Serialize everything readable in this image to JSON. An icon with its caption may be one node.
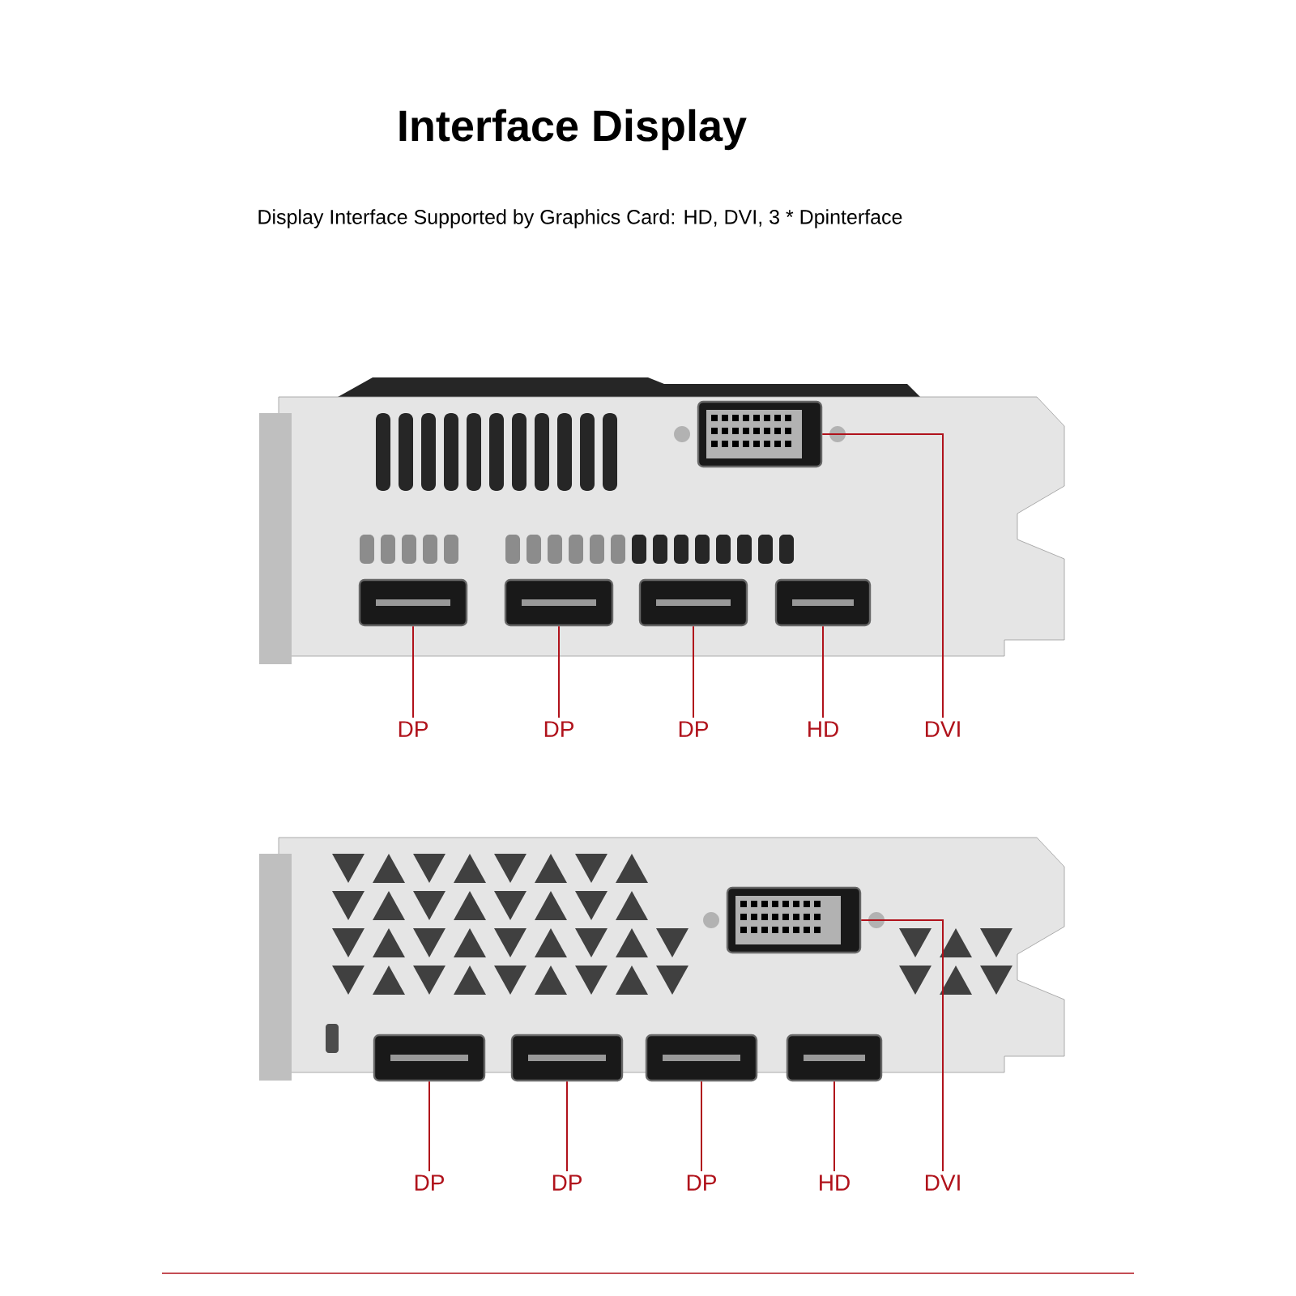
{
  "diagram": {
    "title": "Interface Display",
    "caption": "Display Interface Supported by Graphics Card: HD, DVI, 3 * Dpinterface",
    "nodes": [
      {
        "text": [],
        "shape": "box"
      },
      {
        "text": [],
        "shape": "box"
      },
      {
        "text": [],
        "shape": "box"
      },
      {
        "text": [],
        "shape": "box"
      },
      {
        "text": [],
        "shape": "box"
      },
      {
        "text": [
          "DP"
        ]
      },
      {
        "text": [
          "DP"
        ]
      },
      {
        "text": [
          "DP"
        ]
      },
      {
        "text": [
          "HD"
        ]
      },
      {
        "text": [
          "DVI"
        ]
      },
      {
        "text": [],
        "shape": "box"
      },
      {
        "text": [],
        "shape": "box"
      },
      {
        "text": [],
        "shape": "box"
      },
      {
        "text": [],
        "shape": "box"
      },
      {
        "text": [],
        "shape": "box"
      },
      {
        "text": [
          "DP"
        ]
      },
      {
        "text": [
          "DP"
        ]
      },
      {
        "text": [
          "DP"
        ]
      },
      {
        "text": [
          "HD"
        ]
      },
      {
        "text": [
          "DVI"
        ]
      }
    ],
    "edges": [
      {
        "from": 5,
        "to": 0,
        "arrow": "none"
      },
      {
        "from": 6,
        "to": 1,
        "arrow": "none"
      },
      {
        "from": 7,
        "to": 2,
        "arrow": "none"
      },
      {
        "from": 8,
        "to": 3,
        "arrow": "none"
      },
      {
        "from": 9,
        "to": 4,
        "arrow": "none"
      },
      {
        "from": 15,
        "to": 10,
        "arrow": "none"
      },
      {
        "from": 16,
        "to": 11,
        "arrow": "none"
      },
      {
        "from": 17,
        "to": 12,
        "arrow": "none"
      },
      {
        "from": 18,
        "to": 13,
        "arrow": "none"
      },
      {
        "from": 19,
        "to": 14,
        "arrow": "none"
      }
    ]
  }
}
